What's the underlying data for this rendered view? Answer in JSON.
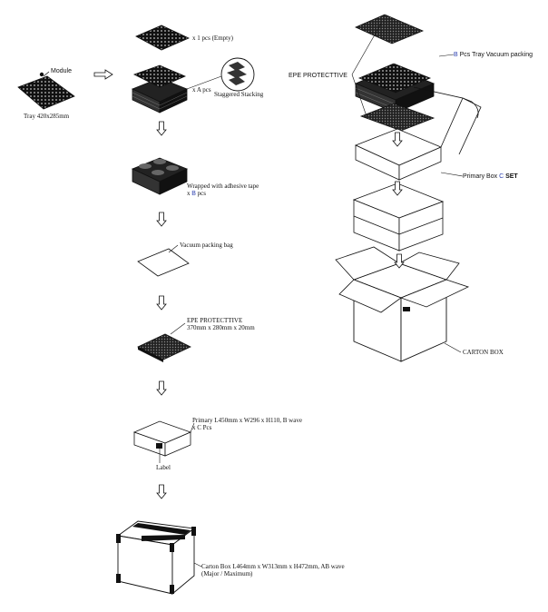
{
  "diagram": {
    "tray": {
      "module_label": "Module",
      "size_label": "Tray 420x285mm"
    },
    "step1": {
      "empty_label": "x 1 pcs (Empty)",
      "stack_qty_label": "x A pcs",
      "staggered_label": "Staggered Stacking"
    },
    "step2": {
      "wrap_label": "Wrapped with adhesive tape",
      "wrap_qty_prefix": "x ",
      "wrap_qty_var": "B",
      "wrap_qty_suffix": " pcs"
    },
    "step3": {
      "bag_label": "Vacuum packing bag"
    },
    "step4": {
      "epe_title": "EPE PROTECTTIVE",
      "epe_size": "370mm x 280mm x 20mm"
    },
    "step5": {
      "primary_label": "Primary L450mm x W296 x H110, B wave",
      "primary_qty": "x C Pcs",
      "label_text": "Label"
    },
    "step6": {
      "carton_label": "Carton Box L464mm x W313mm x H472mm, AB wave",
      "carton_note": "(Major / Maximum)"
    },
    "right": {
      "epe_label": "EPE PROTECTTIVE",
      "tray_var": "B",
      "tray_label": " Pcs Tray Vacuum packing",
      "primary_box_prefix": "Primary Box ",
      "primary_box_var": "C",
      "primary_box_suffix": " SET",
      "carton_label": "CARTON BOX"
    },
    "colors": {
      "ink": "#111111",
      "variable_blue": "#2b3fb0"
    }
  }
}
